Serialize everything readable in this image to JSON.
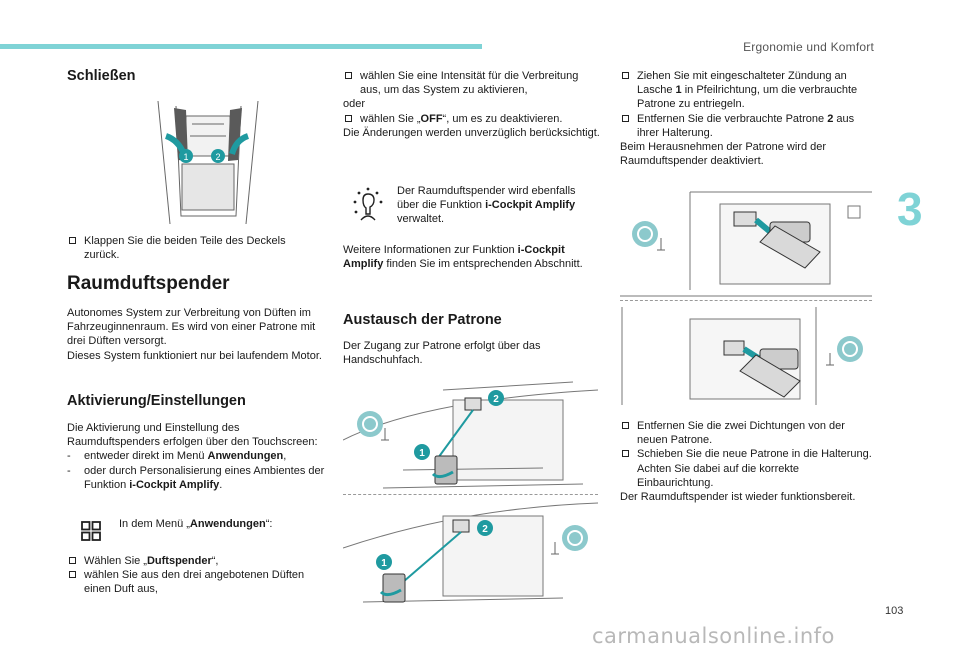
{
  "header": {
    "section": "Ergonomie und Komfort",
    "chapter": "3"
  },
  "page_number": "103",
  "watermark": "carmanualsonline.info",
  "col1": {
    "h_close": "Schließen",
    "close_step": "Klappen Sie die beiden Teile des Deckels zurück.",
    "h_main": "Raumduftspender",
    "intro1": "Autonomes System zur Verbreitung von Düften im Fahrzeuginnenraum. Es wird von einer Patrone mit drei Düften versorgt.",
    "intro2": "Dieses System funktioniert nur bei laufendem Motor.",
    "h_settings": "Aktivierung/Einstellungen",
    "settings_intro": "Die Aktivierung und Einstellung des Raumduftspenders erfolgen über den Touchscreen:",
    "dash1_pre": "entweder direkt im Menü ",
    "dash1_bold": "Anwendungen",
    "dash1_post": ",",
    "dash2_pre": "oder durch Personalisierung eines Ambientes der Funktion ",
    "dash2_bold": "i-Cockpit Amplify",
    "dash2_post": ".",
    "menu_pre": "In dem Menü „",
    "menu_bold": "Anwendungen",
    "menu_post": "“:",
    "sel_pre": "Wählen Sie „",
    "sel_bold": "Duftspender",
    "sel_post": "“,",
    "choose": "wählen Sie aus den drei angebotenen Düften einen Duft aus,"
  },
  "col2": {
    "intensity": "wählen Sie eine Intensität für die Verbreitung aus, um das System zu aktivieren,",
    "oder": "oder",
    "off_pre": "wählen Sie „",
    "off_bold": "OFF",
    "off_post": "“, um es zu deaktivieren.",
    "changes": "Die Änderungen werden unverzüglich berücksichtigt.",
    "note_pre": "Der Raumduftspender wird ebenfalls über die Funktion ",
    "note_bold": "i-Cockpit Amplify",
    "note_post": " verwaltet.",
    "more_pre": "Weitere Informationen zur Funktion ",
    "more_bold": "i-Cockpit Amplify",
    "more_post": " finden Sie im entsprechenden Abschnitt.",
    "h_replace": "Austausch der Patrone",
    "access": "Der Zugang zur Patrone erfolgt über das Handschuhfach."
  },
  "col3": {
    "pull_pre": "Ziehen Sie mit eingeschalteter Zündung an Lasche ",
    "pull_bold": "1",
    "pull_post": " in Pfeilrichtung, um die verbrauchte Patrone zu entriegeln.",
    "remove_pre": "Entfernen Sie die verbrauchte Patrone ",
    "remove_bold": "2",
    "remove_post": " aus ihrer Halterung.",
    "deactivated": "Beim Herausnehmen der Patrone wird der Raumduftspender deaktiviert.",
    "seals": "Entfernen Sie die zwei Dichtungen von der neuen Patrone.",
    "insert": "Schieben Sie die neue Patrone in die Halterung. Achten Sie dabei auf die korrekte Einbaurichtung.",
    "ready": "Der Raumduftspender ist wieder funktionsbereit."
  },
  "labels": {
    "one": "1",
    "two": "2"
  },
  "colors": {
    "accent": "#7fd3d6",
    "callout": "#1f9aa0"
  }
}
